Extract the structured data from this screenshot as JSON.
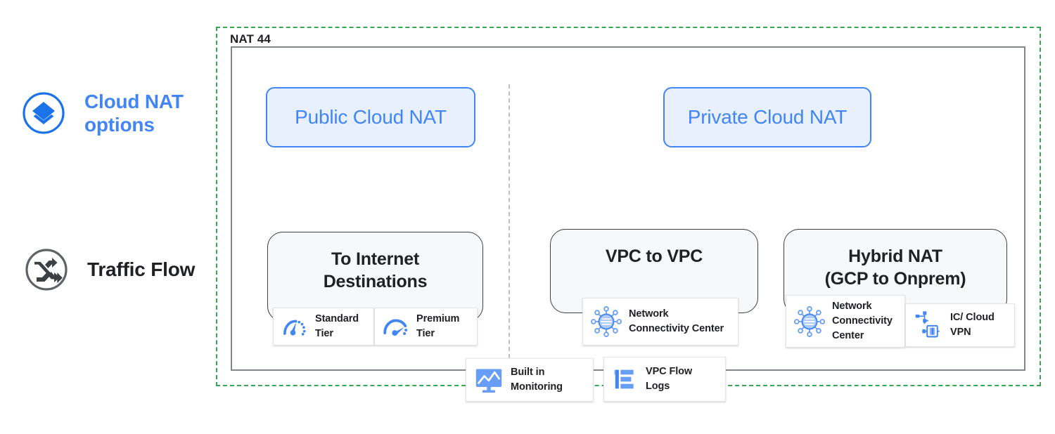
{
  "legend": {
    "items": [
      {
        "id": "cloud-nat-options",
        "label": "Cloud NAT\noptions",
        "icon": "layers-diamond-icon",
        "color": "#4285f4"
      },
      {
        "id": "traffic-flow",
        "label": "Traffic Flow",
        "icon": "shuffle-arrows-icon",
        "color": "#3c4043"
      }
    ]
  },
  "container": {
    "title": "NAT 44",
    "border_color": "#34a853",
    "inner_border_color": "#80868b",
    "divider_color": "#bdc1c6"
  },
  "nat_options": [
    {
      "id": "public-cloud-nat",
      "label": "Public Cloud NAT",
      "fill": "#e8f0fe",
      "border": "#4285f4",
      "text_color": "#4285f4"
    },
    {
      "id": "private-cloud-nat",
      "label": "Private Cloud NAT",
      "fill": "#e8f0fe",
      "border": "#4285f4",
      "text_color": "#4285f4"
    }
  ],
  "traffic_flow_cards": [
    {
      "id": "to-internet-destinations",
      "title": "To Internet\nDestinations",
      "features": [
        {
          "id": "standard-tier",
          "label": "Standard\nTier",
          "icon": "gauge-dotted-icon"
        },
        {
          "id": "premium-tier",
          "label": "Premium\nTier",
          "icon": "gauge-solid-icon"
        }
      ]
    },
    {
      "id": "vpc-to-vpc",
      "title": "VPC to VPC",
      "features": [
        {
          "id": "network-connectivity-center-vpc",
          "label": "Network\nConnectivity Center",
          "icon": "network-connectivity-center-icon"
        }
      ]
    },
    {
      "id": "hybrid-nat",
      "title": "Hybrid NAT\n(GCP to Onprem)",
      "features": [
        {
          "id": "network-connectivity-center-hybrid",
          "label": "Network\nConnectivity\nCenter",
          "icon": "network-connectivity-center-icon"
        },
        {
          "id": "ic-cloud-vpn",
          "label": "IC/ Cloud\nVPN",
          "icon": "interconnect-vpn-icon"
        }
      ]
    }
  ],
  "observability": [
    {
      "id": "built-in-monitoring",
      "label": "Built in\nMonitoring",
      "icon": "monitoring-chart-icon"
    },
    {
      "id": "vpc-flow-logs",
      "label": "VPC Flow\nLogs",
      "icon": "flow-logs-bars-icon"
    }
  ]
}
